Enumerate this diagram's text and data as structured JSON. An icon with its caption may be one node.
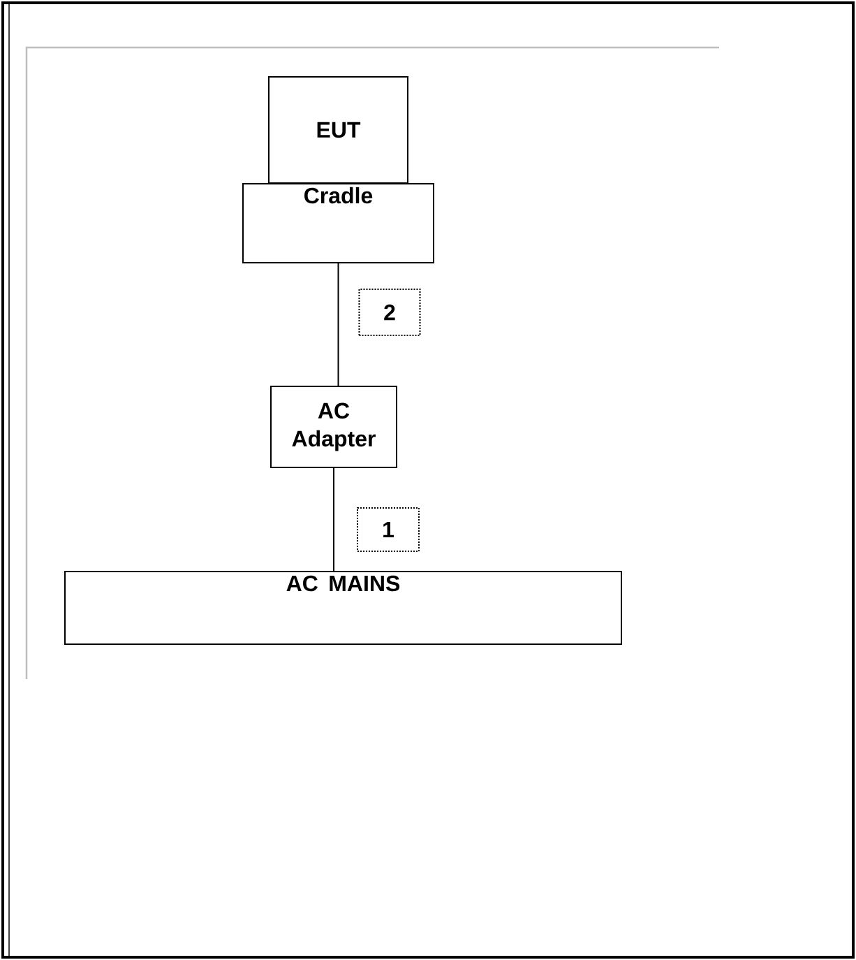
{
  "diagram": {
    "nodes": [
      {
        "text": [
          "EUT"
        ]
      },
      {
        "text": [
          "Cradle"
        ]
      },
      {
        "text": [
          "AC Adapter"
        ]
      },
      {
        "text": [
          "AC MAINS"
        ]
      }
    ],
    "edges": [
      {
        "from": 1,
        "to": 2,
        "arrow": "none",
        "label": "2"
      },
      {
        "from": 2,
        "to": 3,
        "arrow": "none",
        "label": "1"
      }
    ]
  }
}
